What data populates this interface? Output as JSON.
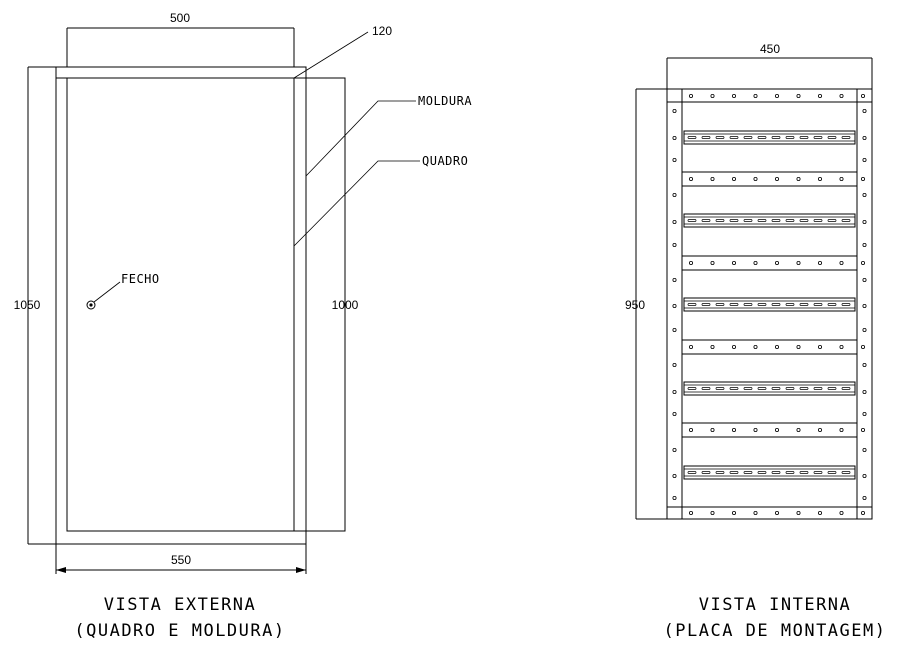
{
  "external_view": {
    "dim_top": "500",
    "dim_frame": "120",
    "dim_left": "1050",
    "dim_right": "1000",
    "dim_bottom": "550",
    "label_frame": "MOLDURA",
    "label_panel": "QUADRO",
    "label_lock": "FECHO",
    "title_line1": "VISTA EXTERNA",
    "title_line2": "(QUADRO E MOLDURA)"
  },
  "internal_view": {
    "dim_top": "450",
    "dim_left": "950",
    "din_rail_rows": 5,
    "title_line1": "VISTA INTERNA",
    "title_line2": "(PLACA DE MONTAGEM)"
  }
}
